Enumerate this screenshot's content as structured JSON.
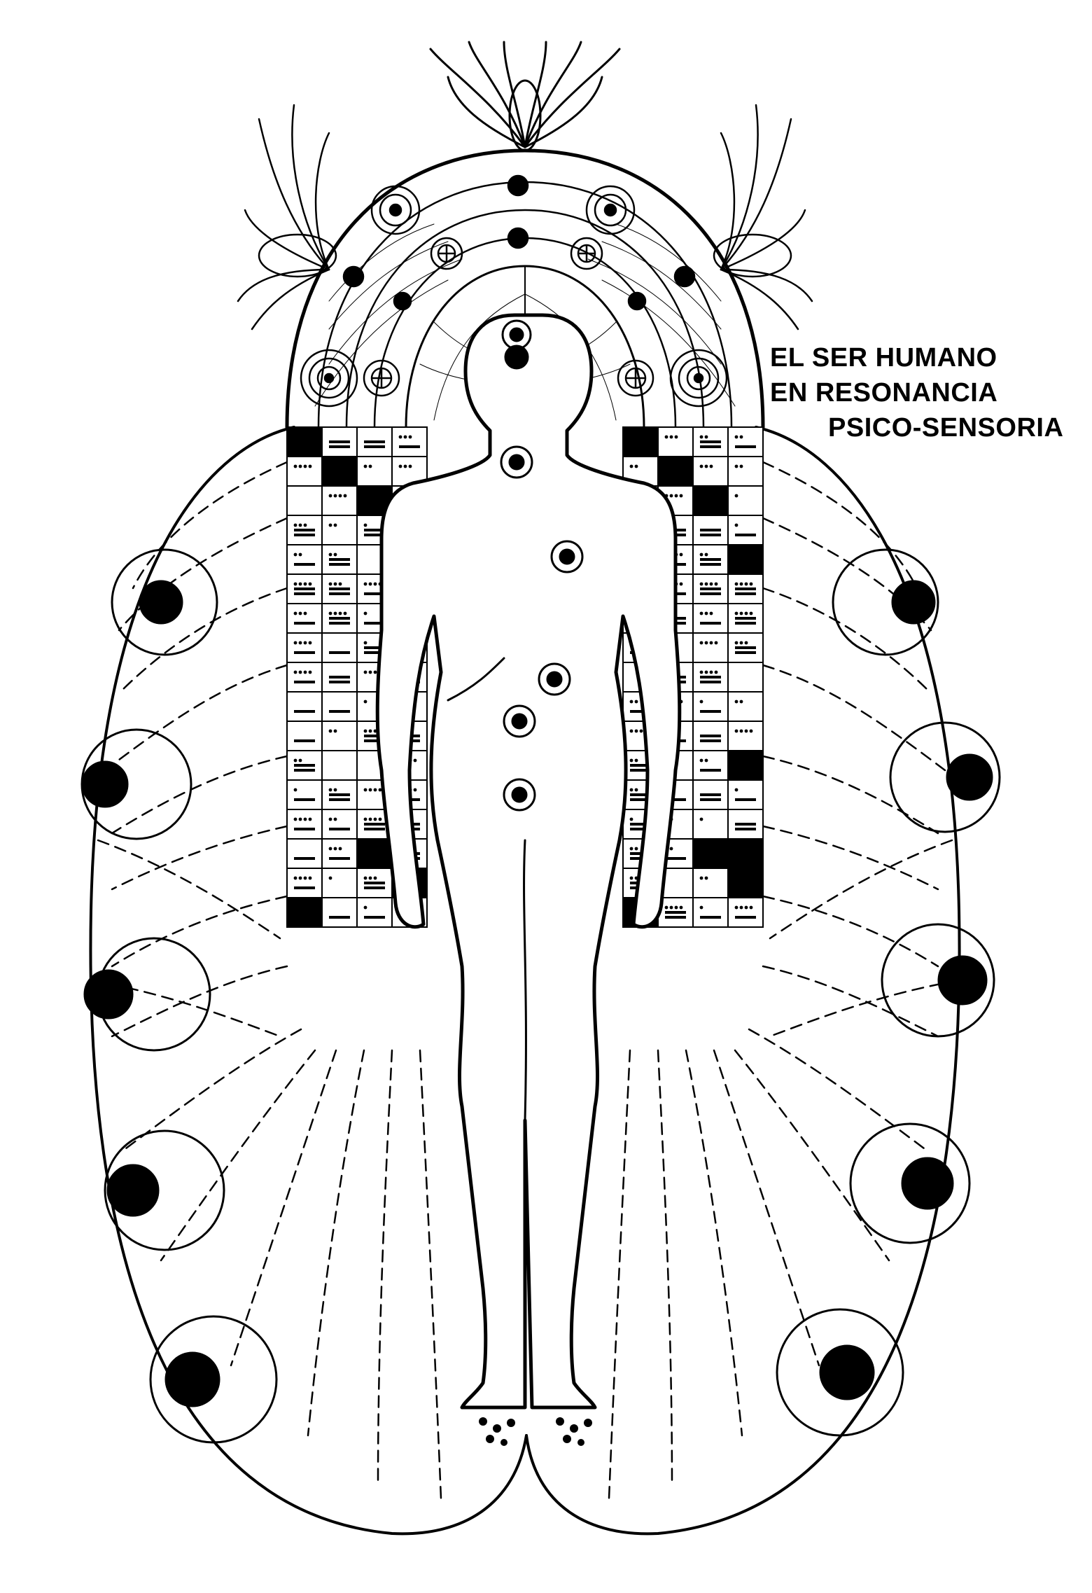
{
  "title": {
    "line1": "EL SER HUMANO",
    "line2": "EN RESONANCIA",
    "line3": "PSICO-SENSORIA"
  },
  "figure": {
    "ink_color": "#000000",
    "paper_color": "#ffffff",
    "elements": [
      "human-figure",
      "energy-ovoid",
      "head-halo",
      "field-lines",
      "glyph-grid",
      "energy-nodes",
      "chakra-points"
    ]
  }
}
